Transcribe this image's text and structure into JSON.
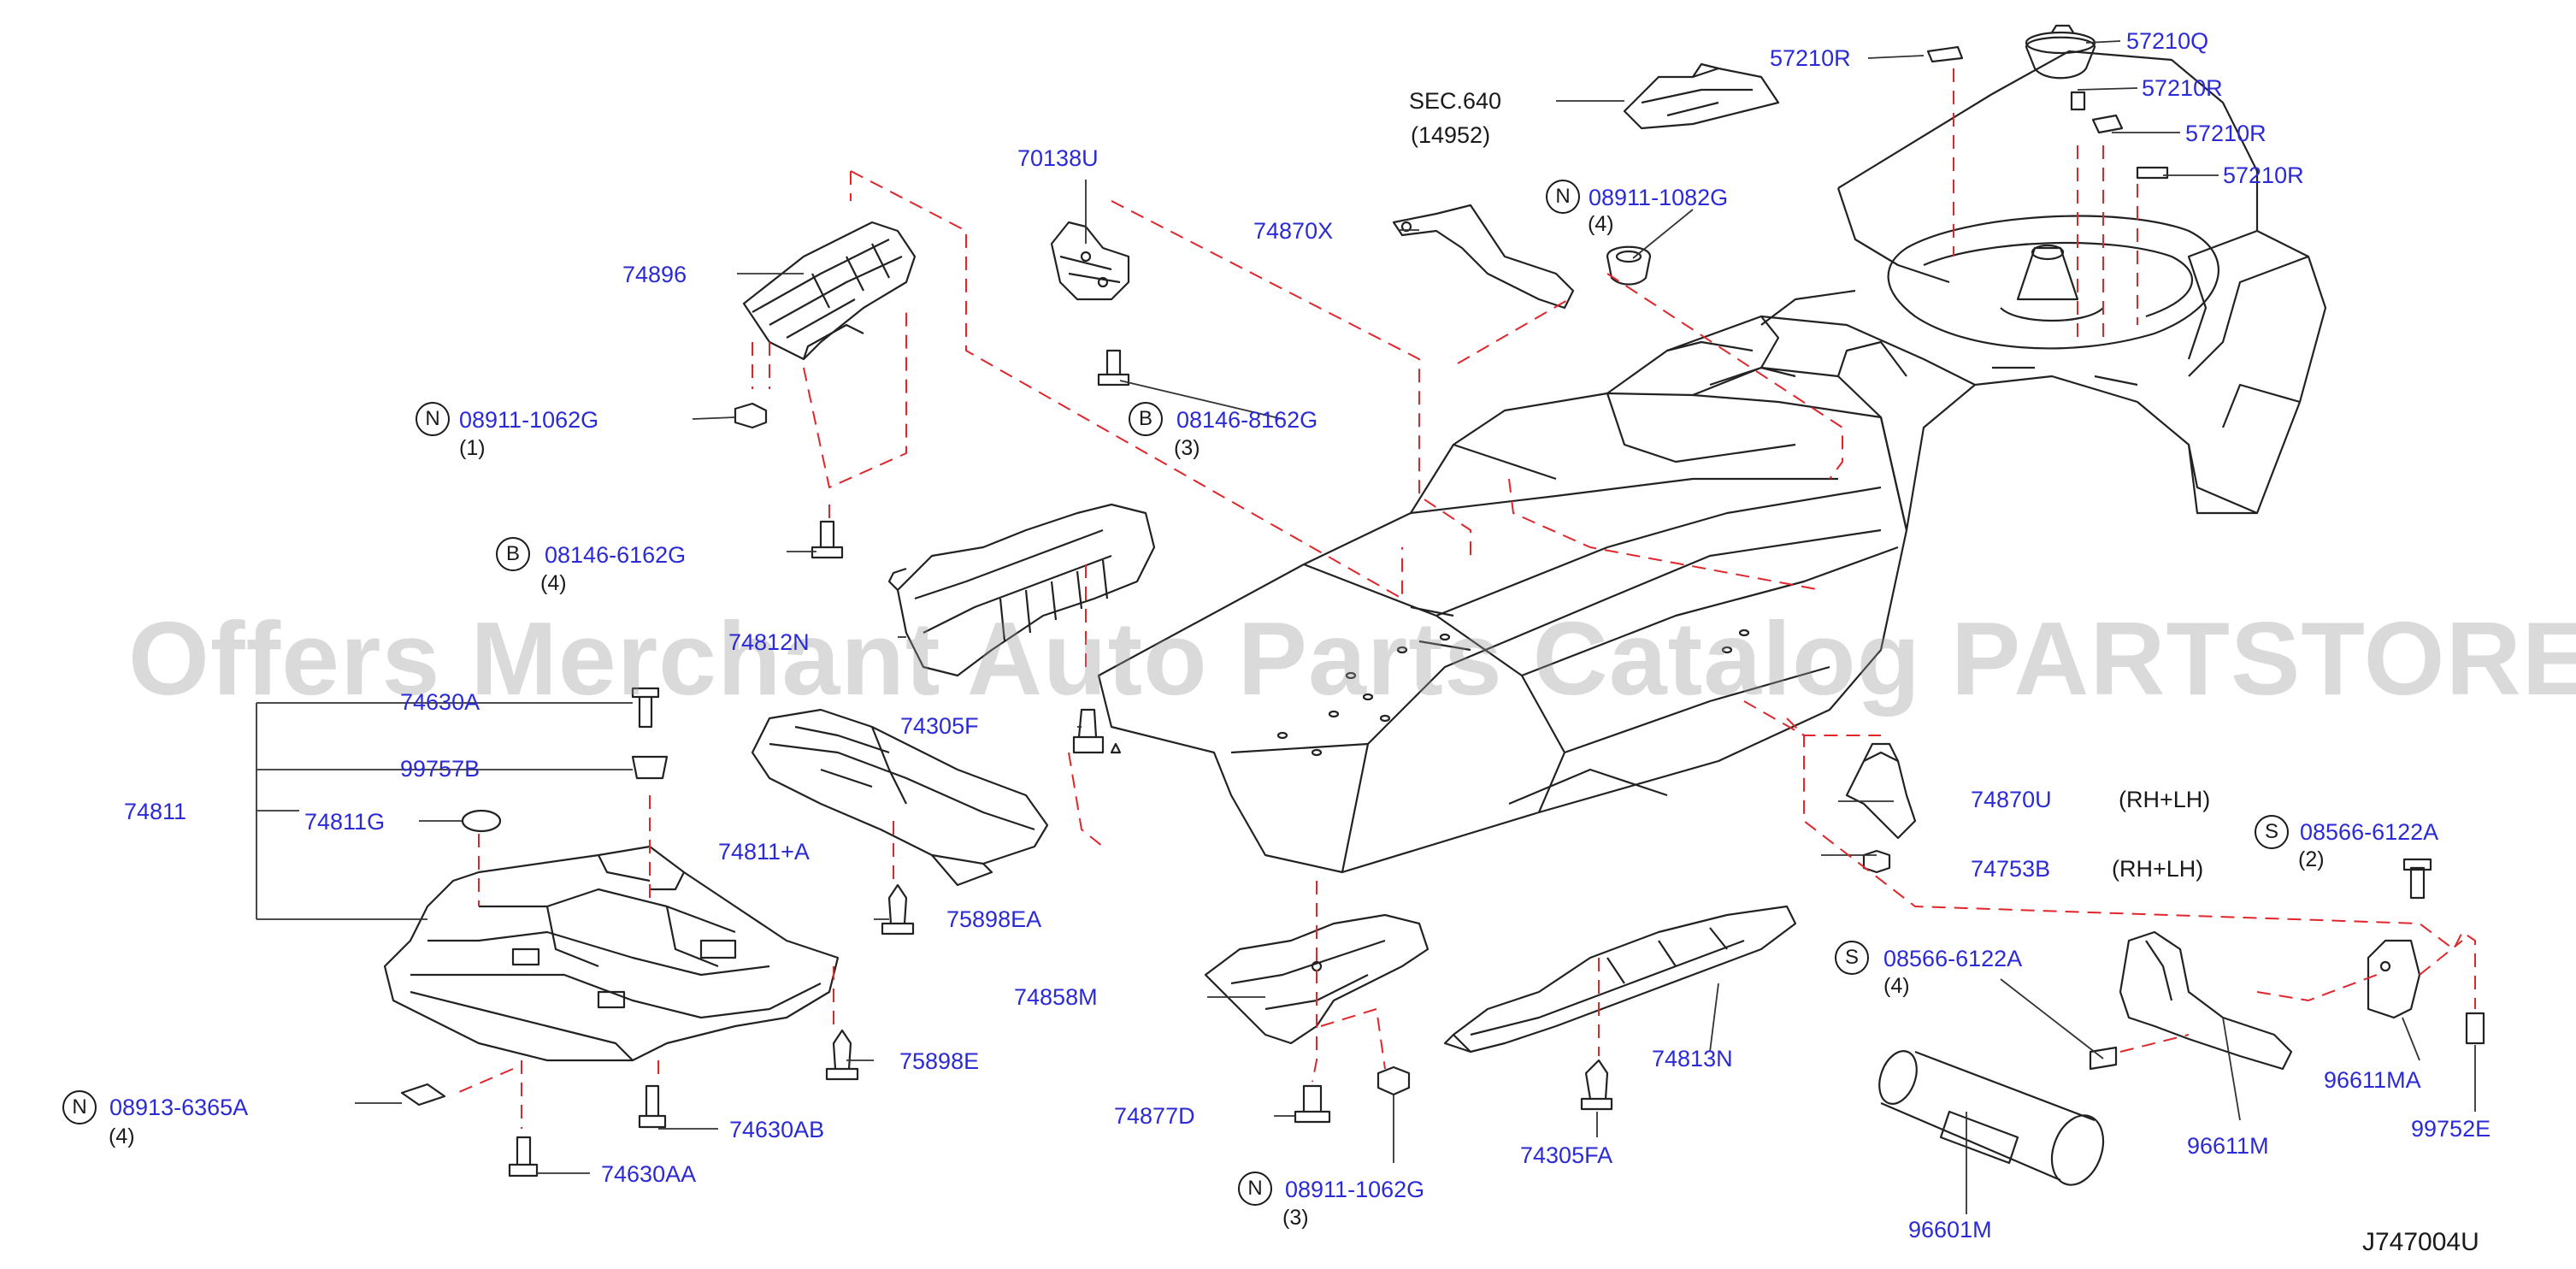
{
  "diagram_code": "J747004U",
  "watermark": "Offers Merchant Auto Parts Catalog PARTSTORE.SA",
  "colors": {
    "part_number": "#2a2ad6",
    "leader": "#1a1a1a",
    "dash": "#e0262b",
    "drawing": "#222222"
  },
  "parts": {
    "p57210r_a": "57210R",
    "p57210q": "57210Q",
    "p57210r_b": "57210R",
    "p57210r_c": "57210R",
    "p57210r_d": "57210R",
    "sec640": "SEC.640",
    "sec640_ref": "(14952)",
    "p70138u": "70138U",
    "p74870x": "74870X",
    "p08911_1082g_top": "08911-1082G",
    "p74896": "74896",
    "p08911_1062g_left": "08911-1062G",
    "p08146_8162g": "08146-8162G",
    "p08146_6162g": "08146-6162G",
    "p74812n": "74812N",
    "p74630a": "74630A",
    "p74305f": "74305F",
    "p99757b": "99757B",
    "p74811": "74811",
    "p74811g": "74811G",
    "p74811a": "74811+A",
    "p75898ea": "75898EA",
    "p74870u": "74870U",
    "p74753b": "74753B",
    "p08566_6122a_right": "08566-6122A",
    "p74858m": "74858M",
    "p75898e": "75898E",
    "p74813n": "74813N",
    "p08566_6122a_mid": "08566-6122A",
    "p08913_6365a": "08913-6365A",
    "p74877d": "74877D",
    "p74630ab": "74630AB",
    "p96611ma": "96611MA",
    "p96611m": "96611M",
    "p99752e": "99752E",
    "p74305fa": "74305FA",
    "p74630aa": "74630AA",
    "p08911_1062g_bottom": "08911-1062G",
    "p96601m": "96601M"
  },
  "quantities": {
    "q08911_1082g_top": "(4)",
    "q08911_1062g_left": "(1)",
    "q08146_8162g": "(3)",
    "q08146_6162g": "(4)",
    "q08566_6122a_right": "(2)",
    "q08566_6122a_mid": "(4)",
    "q08913_6365a": "(4)",
    "q08911_1062g_bottom": "(3)"
  },
  "notes": {
    "rh_lh_1": "(RH+LH)",
    "rh_lh_2": "(RH+LH)"
  },
  "prefixes": {
    "n1": "N",
    "n2": "N",
    "n3": "N",
    "n4": "N",
    "b1": "B",
    "b2": "B",
    "s1": "S",
    "s2": "S"
  }
}
